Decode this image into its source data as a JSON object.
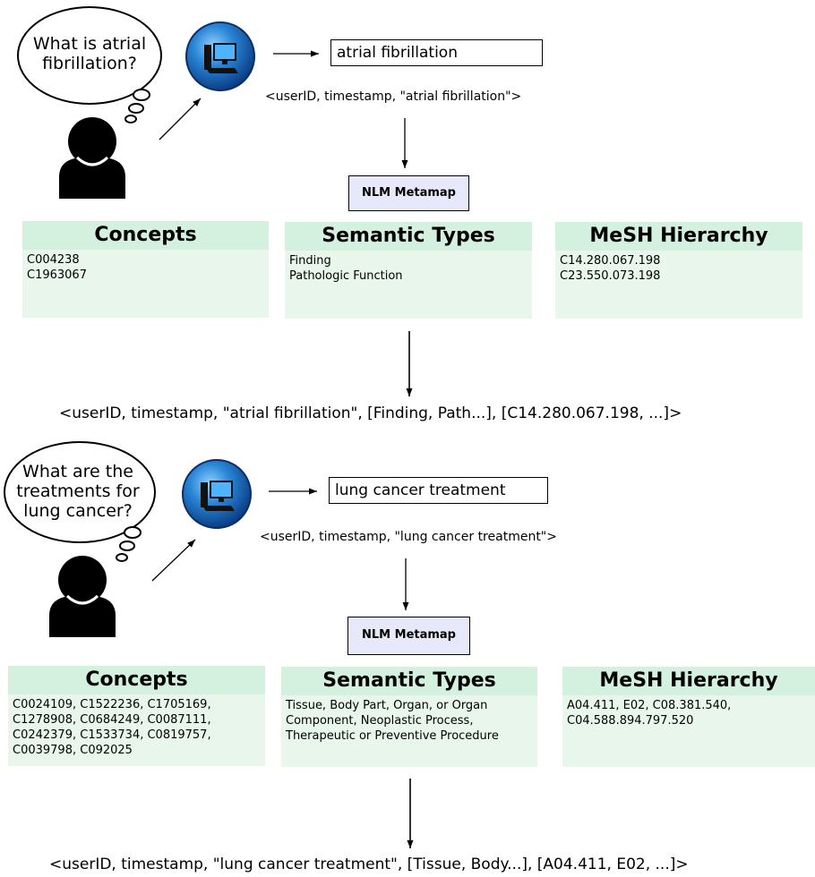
{
  "scenarios": [
    {
      "question": [
        "What is atrial",
        "fibrillation?"
      ],
      "query": "atrial fibrillation",
      "tuple": "<userID, timestamp, \"atrial fibrillation\">",
      "metamap": "NLM Metamap",
      "panels": {
        "concepts": {
          "title": "Concepts",
          "lines": [
            "C004238",
            "C1963067"
          ]
        },
        "semantic": {
          "title": "Semantic Types",
          "lines": [
            "Finding",
            "Pathologic Function"
          ]
        },
        "mesh": {
          "title": "MeSH Hierarchy",
          "lines": [
            "C14.280.067.198",
            "C23.550.073.198"
          ]
        }
      },
      "result": "<userID, timestamp, \"atrial fibrillation\", [Finding, Path...], [C14.280.067.198, ...]>"
    },
    {
      "question": [
        "What are the",
        "treatments for",
        "lung cancer?"
      ],
      "query": "lung cancer treatment",
      "tuple": "<userID, timestamp, \"lung cancer treatment\">",
      "metamap": "NLM Metamap",
      "panels": {
        "concepts": {
          "title": "Concepts",
          "lines": [
            "C0024109, C1522236, C1705169,",
            "C1278908,  C0684249, C0087111,",
            "C0242379, C1533734,  C0819757,",
            "C0039798, C092025"
          ]
        },
        "semantic": {
          "title": "Semantic Types",
          "lines": [
            "Tissue, Body Part, Organ, or Organ",
            "Component, Neoplastic Process,",
            "Therapeutic or Preventive Procedure"
          ]
        },
        "mesh": {
          "title": "MeSH Hierarchy",
          "lines": [
            "A04.411, E02, C08.381.540,",
            "C04.588.894.797.520"
          ]
        }
      },
      "result": "<userID, timestamp, \"lung cancer treatment\", [Tissue, Body...], [A04.411, E02, ...]>"
    }
  ]
}
